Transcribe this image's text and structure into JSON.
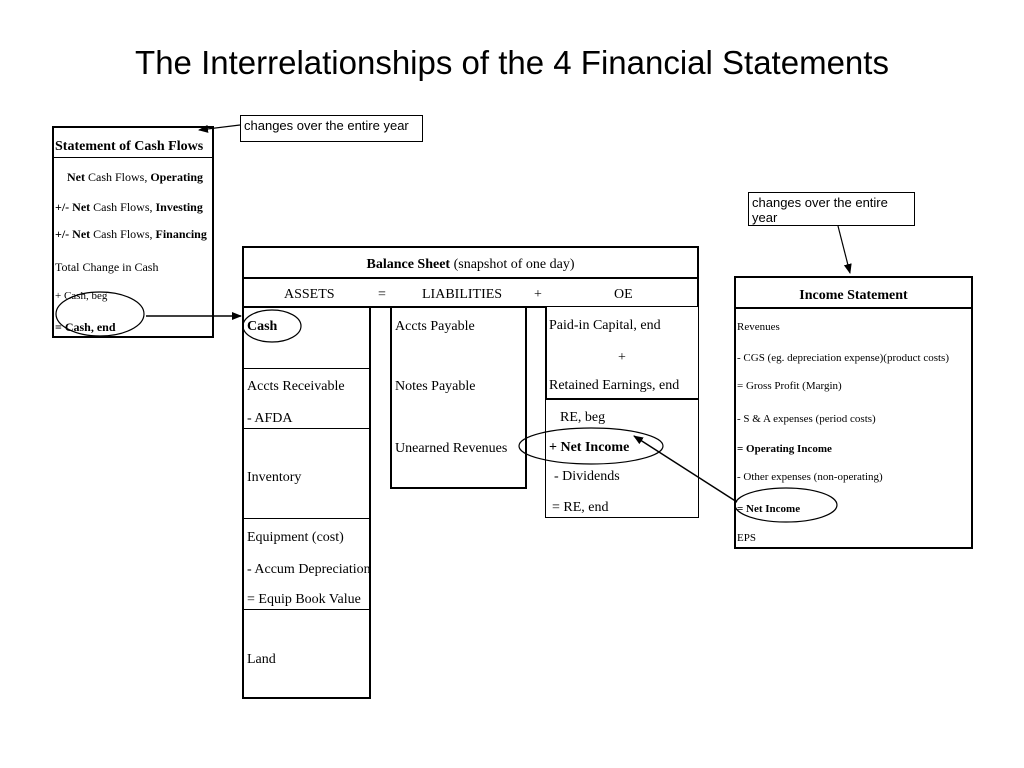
{
  "title": "The Interrelationships of the 4 Financial Statements",
  "callouts": {
    "cash_flow_note": "changes over the entire year",
    "income_note": "changes over the entire year"
  },
  "cash_flows": {
    "title": "Statement of Cash Flows",
    "operating": {
      "prefix": "Net",
      "middle": " Cash Flows, ",
      "suffix": "Operating"
    },
    "investing": {
      "prefix": "+/- Net",
      "middle": " Cash Flows, ",
      "suffix": "Investing"
    },
    "financing": {
      "prefix": "+/- Net",
      "middle": " Cash Flows, ",
      "suffix": "Financing"
    },
    "total_change": "Total Change in Cash",
    "cash_beg": " + Cash, beg",
    "cash_end": "= Cash, end"
  },
  "balance_sheet": {
    "title_bold": "Balance Sheet",
    "title_rest": " (snapshot of one day)",
    "header": {
      "assets": "ASSETS",
      "equals": "=",
      "liabilities": "LIABILITIES",
      "plus": "+",
      "oe": "OE"
    },
    "assets": {
      "cash": "Cash",
      "accts_receivable": "Accts Receivable",
      "afda": "- AFDA",
      "inventory": "Inventory",
      "equipment": "Equipment (cost)",
      "accum_depreciation": "- Accum Depreciation",
      "equip_book_value": "= Equip Book Value",
      "land": "Land"
    },
    "liabilities": {
      "accts_payable": "Accts Payable",
      "notes_payable": "Notes Payable",
      "unearned_revenues": "Unearned Revenues"
    },
    "oe": {
      "paid_in_capital": "Paid-in Capital, end",
      "plus": "+",
      "retained_earnings": "Retained Earnings, end",
      "re_beg": "RE, beg",
      "net_income": "+ Net Income",
      "dividends": "- Dividends",
      "re_end": "= RE, end"
    }
  },
  "income_statement": {
    "title": "Income Statement",
    "revenues": "Revenues",
    "cgs": "- CGS (eg. depreciation expense)(product costs)",
    "gross_profit": "= Gross Profit (Margin)",
    "sa_expenses": "- S & A expenses (period costs)",
    "operating_income": "= Operating Income",
    "other_expenses": "- Other expenses (non-operating)",
    "net_income": "= Net Income",
    "eps": "EPS"
  }
}
